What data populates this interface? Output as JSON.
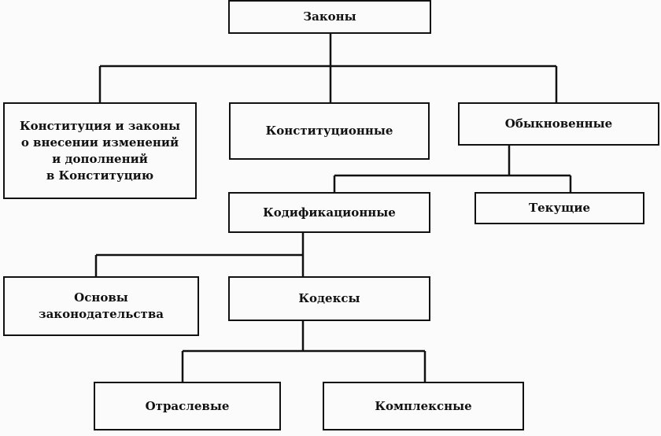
{
  "nodes": {
    "root": "Законы",
    "constitution": "Конституция и законы\nо внесении изменений\nи дополнений\nв Конституцию",
    "constitutional": "Конституционные",
    "ordinary": "Обыкновенные",
    "codification": "Кодификационные",
    "current": "Текущие",
    "fundamentals": "Основы\nзаконодательства",
    "codes": "Кодексы",
    "sectoral": "Отраслевые",
    "complex": "Комплексные"
  }
}
